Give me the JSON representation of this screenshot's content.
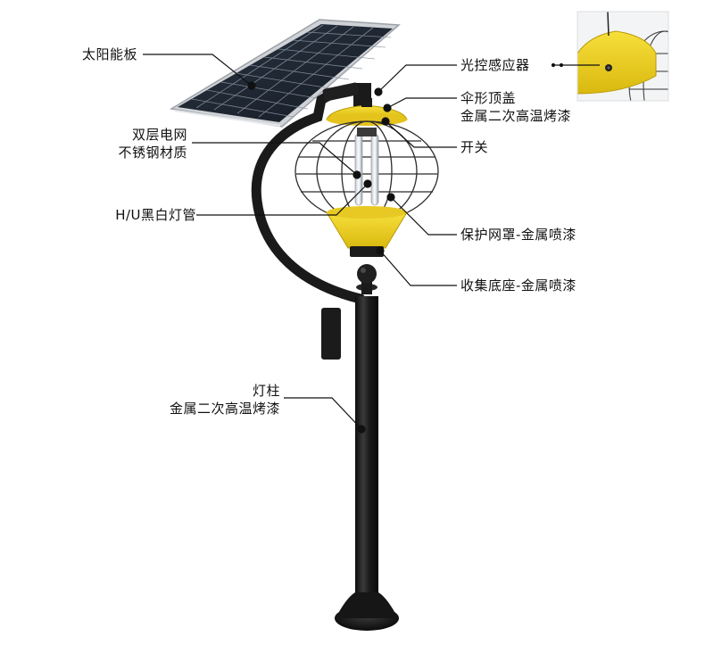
{
  "labels": {
    "solar_panel": "太阳能板",
    "mesh": [
      "双层电网",
      "不锈钢材质"
    ],
    "tube": "H/U黑白灯管",
    "pole": [
      "灯柱",
      "金属二次高温烤漆"
    ],
    "light_sensor": "光控感应器",
    "top_cover": [
      "伞形顶盖",
      "金属二次高温烤漆"
    ],
    "switch": "开关",
    "guard": "保护网罩-金属喷漆",
    "base": "收集底座-金属喷漆"
  },
  "colors": {
    "yellow": "#F2D21B",
    "pole": "#1d1d1d",
    "panel_frame": "#c9ccd0",
    "panel_cell": "#1e2733",
    "leader": "#111111"
  },
  "icons": [
    "solar-panel-icon",
    "insect-killer-lamp-icon",
    "light-sensor-inset-icon"
  ]
}
